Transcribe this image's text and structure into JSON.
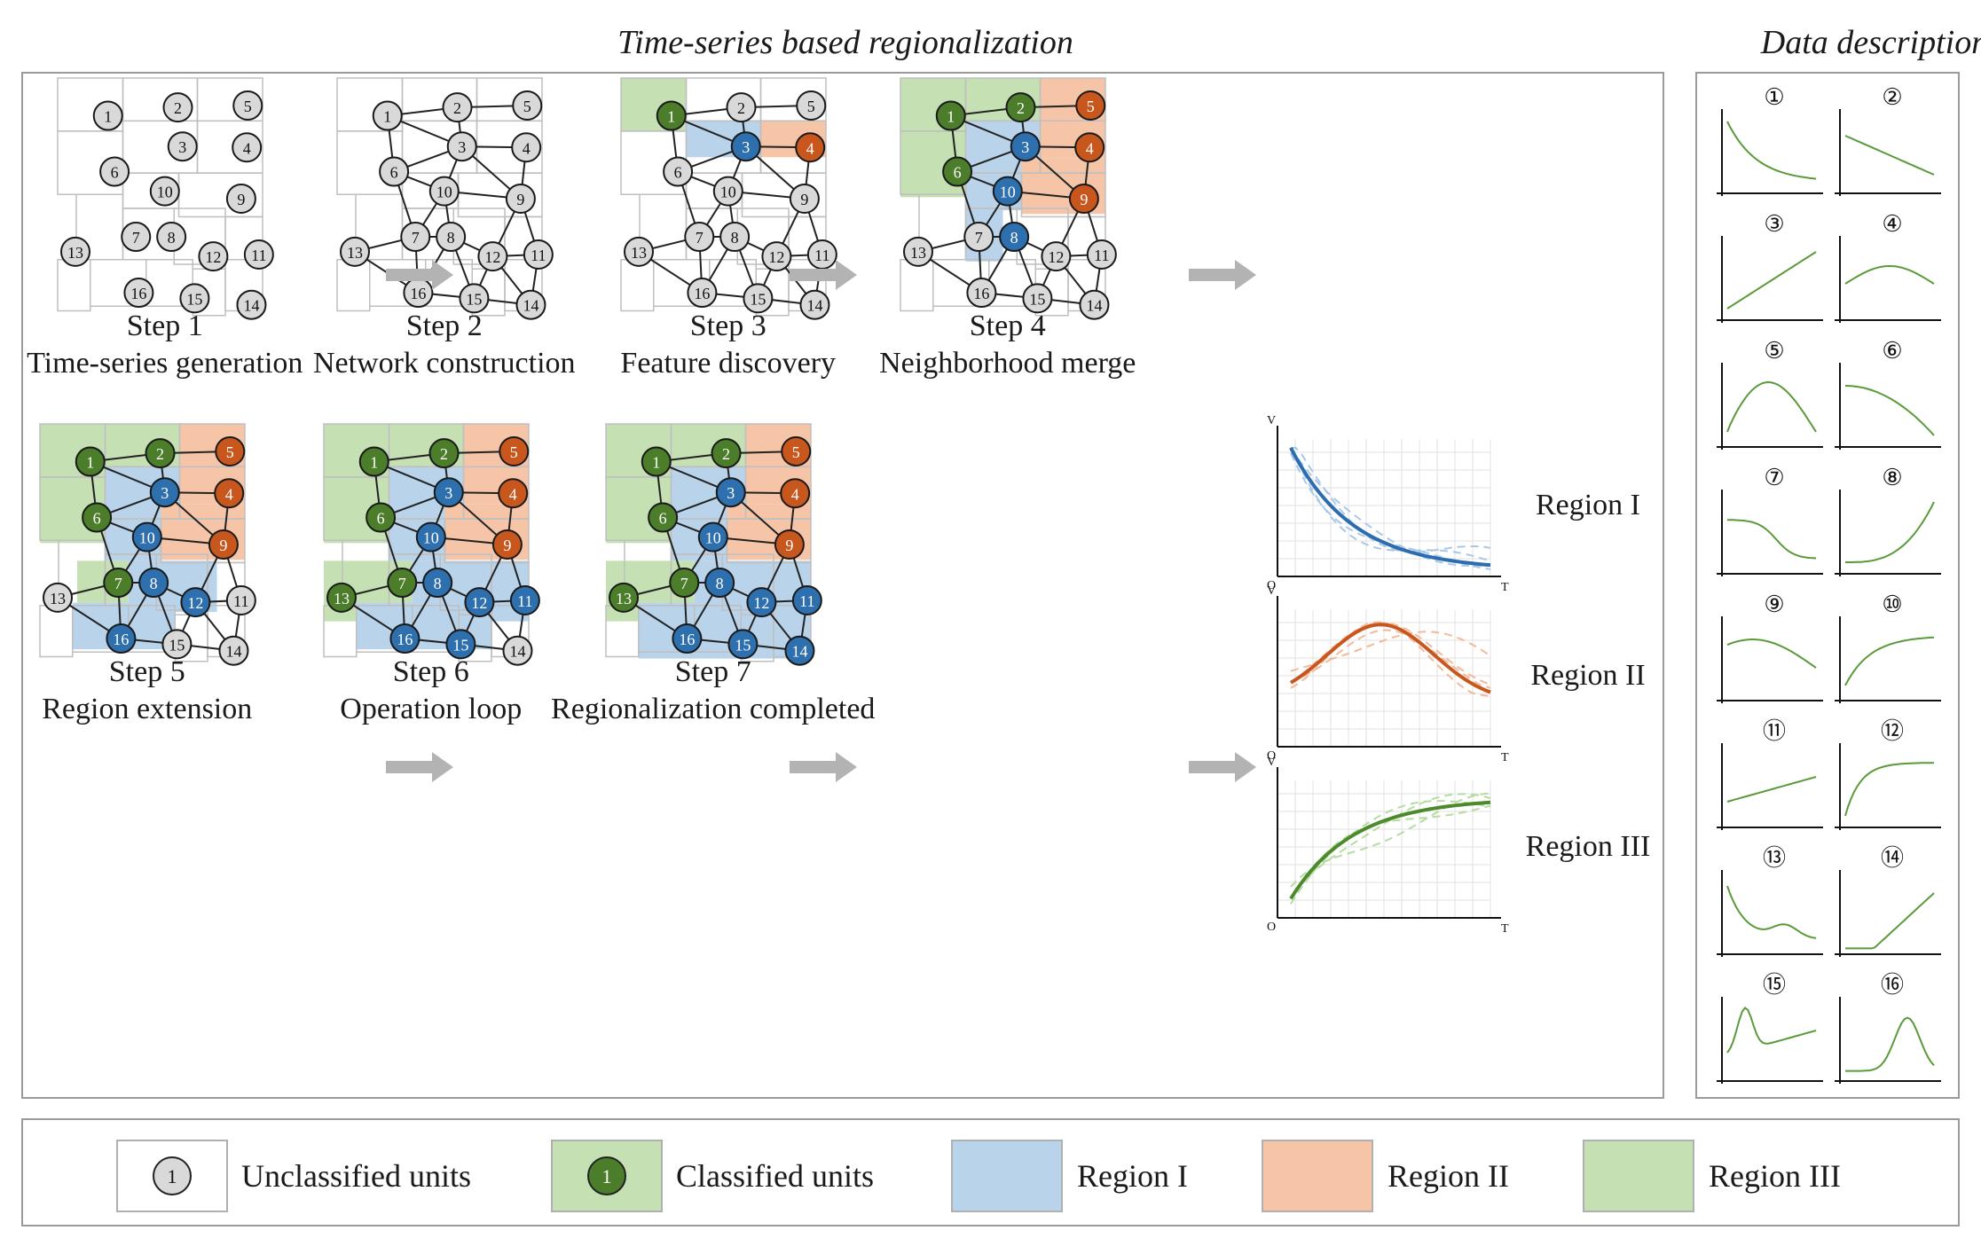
{
  "main_title": "Time-series based regionalization",
  "side_title": "Data description",
  "steps": [
    {
      "label": "Step 1",
      "name": "Time-series generation"
    },
    {
      "label": "Step 2",
      "name": "Network construction"
    },
    {
      "label": "Step 3",
      "name": "Feature discovery"
    },
    {
      "label": "Step 4",
      "name": "Neighborhood merge"
    },
    {
      "label": "Step 5",
      "name": "Region extension"
    },
    {
      "label": "Step 6",
      "name": "Operation loop"
    },
    {
      "label": "Step 7",
      "name": "Regionalization completed"
    }
  ],
  "node_ids": [
    "1",
    "2",
    "3",
    "4",
    "5",
    "6",
    "7",
    "8",
    "9",
    "10",
    "11",
    "12",
    "13",
    "14",
    "15",
    "16"
  ],
  "unit_states": [
    {
      "1": "u",
      "2": "u",
      "3": "u",
      "4": "u",
      "5": "u",
      "6": "u",
      "7": "u",
      "8": "u",
      "9": "u",
      "10": "u",
      "11": "u",
      "12": "u",
      "13": "u",
      "14": "u",
      "15": "u",
      "16": "u"
    },
    {
      "1": "u",
      "2": "u",
      "3": "u",
      "4": "u",
      "5": "u",
      "6": "u",
      "7": "u",
      "8": "u",
      "9": "u",
      "10": "u",
      "11": "u",
      "12": "u",
      "13": "u",
      "14": "u",
      "15": "u",
      "16": "u"
    },
    {
      "1": "G",
      "2": "u",
      "3": "B",
      "4": "O",
      "5": "u",
      "6": "u",
      "7": "u",
      "8": "u",
      "9": "u",
      "10": "u",
      "11": "u",
      "12": "u",
      "13": "u",
      "14": "u",
      "15": "u",
      "16": "u"
    },
    {
      "1": "G",
      "2": "G",
      "3": "B",
      "4": "O",
      "5": "O",
      "6": "G",
      "7": "u",
      "8": "B",
      "9": "O",
      "10": "B",
      "11": "u",
      "12": "u",
      "13": "u",
      "14": "u",
      "15": "u",
      "16": "u"
    },
    {
      "1": "G",
      "2": "G",
      "3": "B",
      "4": "O",
      "5": "O",
      "6": "G",
      "7": "G",
      "8": "B",
      "9": "O",
      "10": "B",
      "11": "u",
      "12": "B",
      "13": "u",
      "14": "u",
      "15": "u",
      "16": "B"
    },
    {
      "1": "G",
      "2": "G",
      "3": "B",
      "4": "O",
      "5": "O",
      "6": "G",
      "7": "G",
      "8": "B",
      "9": "O",
      "10": "B",
      "11": "B",
      "12": "B",
      "13": "G",
      "14": "u",
      "15": "B",
      "16": "B"
    },
    {
      "1": "G",
      "2": "G",
      "3": "B",
      "4": "O",
      "5": "O",
      "6": "G",
      "7": "G",
      "8": "B",
      "9": "O",
      "10": "B",
      "11": "B",
      "12": "B",
      "13": "G",
      "14": "B",
      "15": "B",
      "16": "B"
    }
  ],
  "edges": [
    [
      "1",
      "2"
    ],
    [
      "1",
      "3"
    ],
    [
      "1",
      "6"
    ],
    [
      "2",
      "3"
    ],
    [
      "2",
      "5"
    ],
    [
      "3",
      "4"
    ],
    [
      "3",
      "6"
    ],
    [
      "3",
      "10"
    ],
    [
      "3",
      "9"
    ],
    [
      "4",
      "9"
    ],
    [
      "6",
      "10"
    ],
    [
      "6",
      "7"
    ],
    [
      "10",
      "7"
    ],
    [
      "10",
      "9"
    ],
    [
      "10",
      "8"
    ],
    [
      "7",
      "8"
    ],
    [
      "7",
      "13"
    ],
    [
      "7",
      "16"
    ],
    [
      "13",
      "16"
    ],
    [
      "8",
      "16"
    ],
    [
      "8",
      "15"
    ],
    [
      "8",
      "12"
    ],
    [
      "9",
      "12"
    ],
    [
      "9",
      "11"
    ],
    [
      "12",
      "11"
    ],
    [
      "12",
      "15"
    ],
    [
      "12",
      "14"
    ],
    [
      "11",
      "14"
    ],
    [
      "16",
      "15"
    ],
    [
      "15",
      "14"
    ]
  ],
  "region_curves": [
    {
      "name": "Region I",
      "color": "#2c6cb0",
      "light": "#a9c8e8"
    },
    {
      "name": "Region II",
      "color": "#c8571d",
      "light": "#f3b99a"
    },
    {
      "name": "Region III",
      "color": "#4d8a2c",
      "light": "#b7dca3"
    }
  ],
  "axis_labels": {
    "y": "V",
    "x": "T",
    "origin": "O"
  },
  "data_panels": [
    "①",
    "②",
    "③",
    "④",
    "⑤",
    "⑥",
    "⑦",
    "⑧",
    "⑨",
    "⑩",
    "⑪",
    "⑫",
    "⑬",
    "⑭",
    "⑮",
    "⑯"
  ],
  "legend": {
    "unclassified_symbol": "1",
    "unclassified": "Unclassified units",
    "classified_symbol": "1",
    "classified": "Classified units",
    "region1": "Region I",
    "region2": "Region II",
    "region3": "Region III"
  },
  "colors": {
    "unclassified_fill": "#d9d9d9",
    "green_node": "#4b7d2a",
    "blue_node": "#2e6fae",
    "orange_node": "#c8571d",
    "region1_fill": "#b9d3ea",
    "region2_fill": "#f6c5a8",
    "region3_fill": "#c5e1b4",
    "curve_green": "#5a9a3a"
  }
}
